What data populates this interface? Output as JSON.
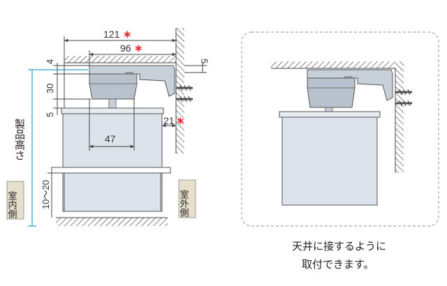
{
  "dimensions": {
    "width_overall": "121",
    "width_inner": "96",
    "width_47": "47",
    "offset_21": "21",
    "height_4": "4",
    "height_30": "30",
    "height_5": "5",
    "height_5_right": "5",
    "range_10_20": "10〜20",
    "star_mark": "∗"
  },
  "labels": {
    "product_height": "製品高さ",
    "indoor_side": "室内側",
    "outdoor_side": "室外側"
  },
  "caption": {
    "line1": "天井に接するように",
    "line2": "取付できます。"
  },
  "colors": {
    "hatch": "#555555",
    "body_fill": "#dde3ea",
    "bracket_fill": "#c8d0da",
    "motor_fill": "#b9c2cc",
    "dim_line": "#444444",
    "accent_line": "#2aa0c8",
    "star": "#e8262c",
    "tag_fill": "#e6dfcc",
    "dashed_border": "#b5b5b5"
  }
}
